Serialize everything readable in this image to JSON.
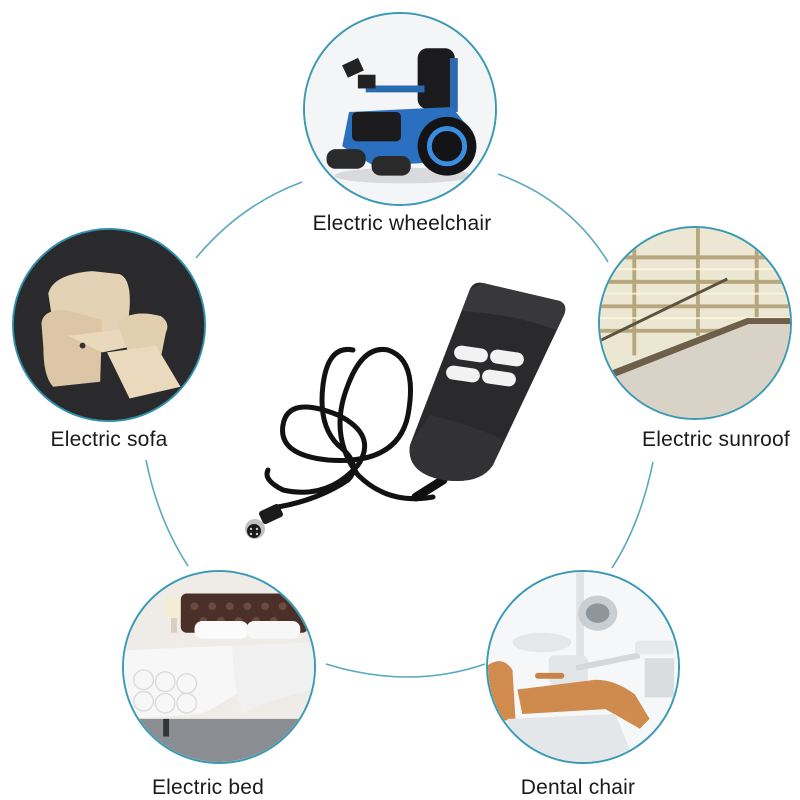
{
  "infographic": {
    "theme": {
      "ring_color": "#5aa9bd",
      "circle_border_color": "#3a9ab5",
      "label_color": "#1a1a1a",
      "background": "#ffffff"
    },
    "center_product": {
      "name": "hand-controller-remote",
      "buttons": 4,
      "connector": "round-din-plug"
    },
    "applications": [
      {
        "id": "wheelchair",
        "label": "Electric wheelchair"
      },
      {
        "id": "sofa",
        "label": "Electric sofa"
      },
      {
        "id": "sunroof",
        "label": "Electric sunroof"
      },
      {
        "id": "bed",
        "label": "Electric bed"
      },
      {
        "id": "dental",
        "label": "Dental chair"
      }
    ]
  }
}
